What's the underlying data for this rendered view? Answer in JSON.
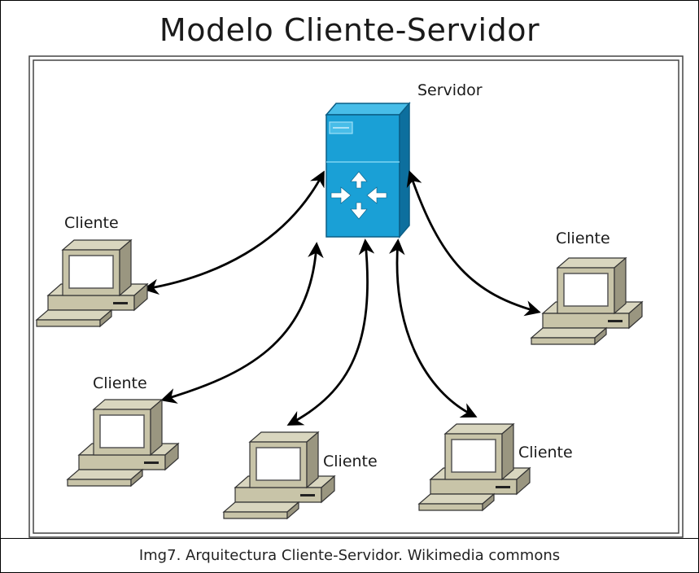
{
  "diagram": {
    "title": "Modelo Cliente-Servidor",
    "server": {
      "label": "Servidor",
      "icon": "server-router-icon"
    },
    "clients": [
      {
        "label": "Cliente",
        "icon": "computer-icon"
      },
      {
        "label": "Cliente",
        "icon": "computer-icon"
      },
      {
        "label": "Cliente",
        "icon": "computer-icon"
      },
      {
        "label": "Cliente",
        "icon": "computer-icon"
      },
      {
        "label": "Cliente",
        "icon": "computer-icon"
      }
    ],
    "connection_style": "bidirectional-arrows"
  },
  "caption": "Img7. Arquitectura Cliente-Servidor. Wikimedia commons",
  "colors": {
    "server_front": "#1aa0d6",
    "server_side": "#0d6f9e",
    "computer_body": "#c8c4a8",
    "computer_shadow": "#9a9680",
    "arrow": "#000000"
  }
}
